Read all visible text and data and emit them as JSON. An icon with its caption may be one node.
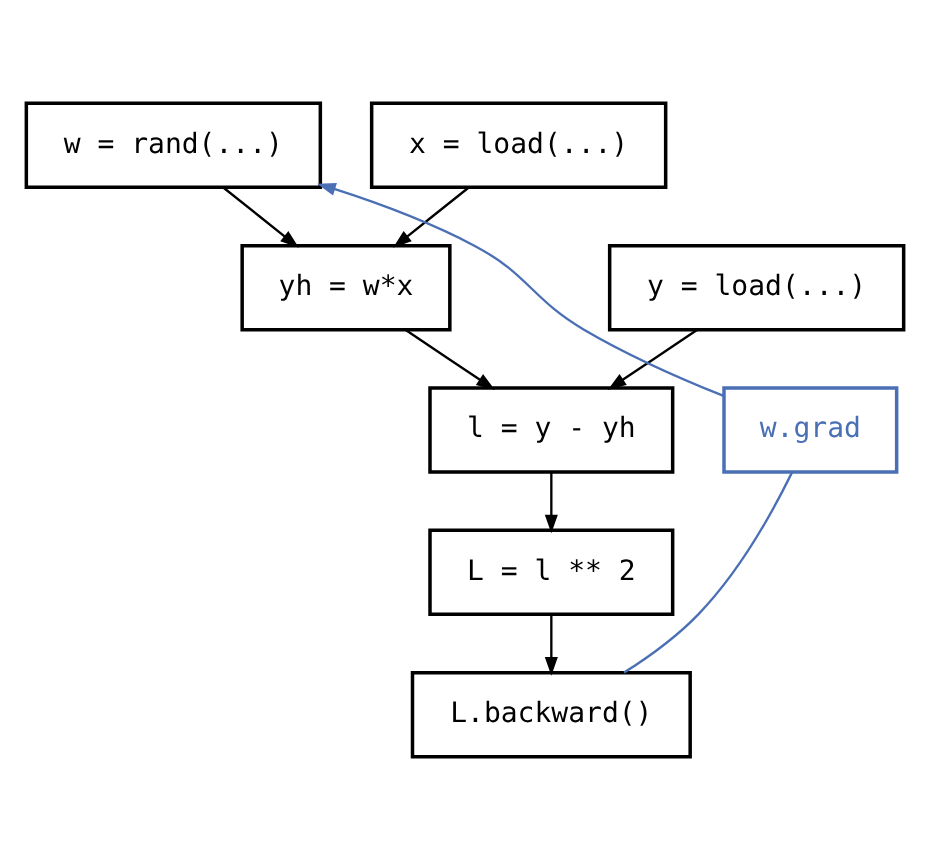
{
  "diagram": {
    "nodes": [
      {
        "text": [
          "w = rand(...)"
        ]
      },
      {
        "text": [
          "x = load(...)"
        ]
      },
      {
        "text": [
          "y = load(...)"
        ]
      },
      {
        "text": [
          "yh = w*x"
        ]
      },
      {
        "text": [
          "w.grad"
        ]
      },
      {
        "text": [
          "l = y - yh"
        ]
      },
      {
        "text": [
          "L = l ** 2"
        ]
      },
      {
        "text": [
          "L.backward()"
        ]
      }
    ],
    "edges": [
      {
        "from": 0,
        "to": 3,
        "arrow": "to"
      },
      {
        "from": 1,
        "to": 3,
        "arrow": "to"
      },
      {
        "from": 3,
        "to": 5,
        "arrow": "to"
      },
      {
        "from": 2,
        "to": 5,
        "arrow": "to"
      },
      {
        "from": 5,
        "to": 6,
        "arrow": "to"
      },
      {
        "from": 6,
        "to": 7,
        "arrow": "to"
      },
      {
        "from": 7,
        "to": 4,
        "arrow": "none",
        "color": "#4a6fb5"
      },
      {
        "from": 4,
        "to": 0,
        "arrow": "to",
        "color": "#4a6fb5"
      }
    ]
  }
}
